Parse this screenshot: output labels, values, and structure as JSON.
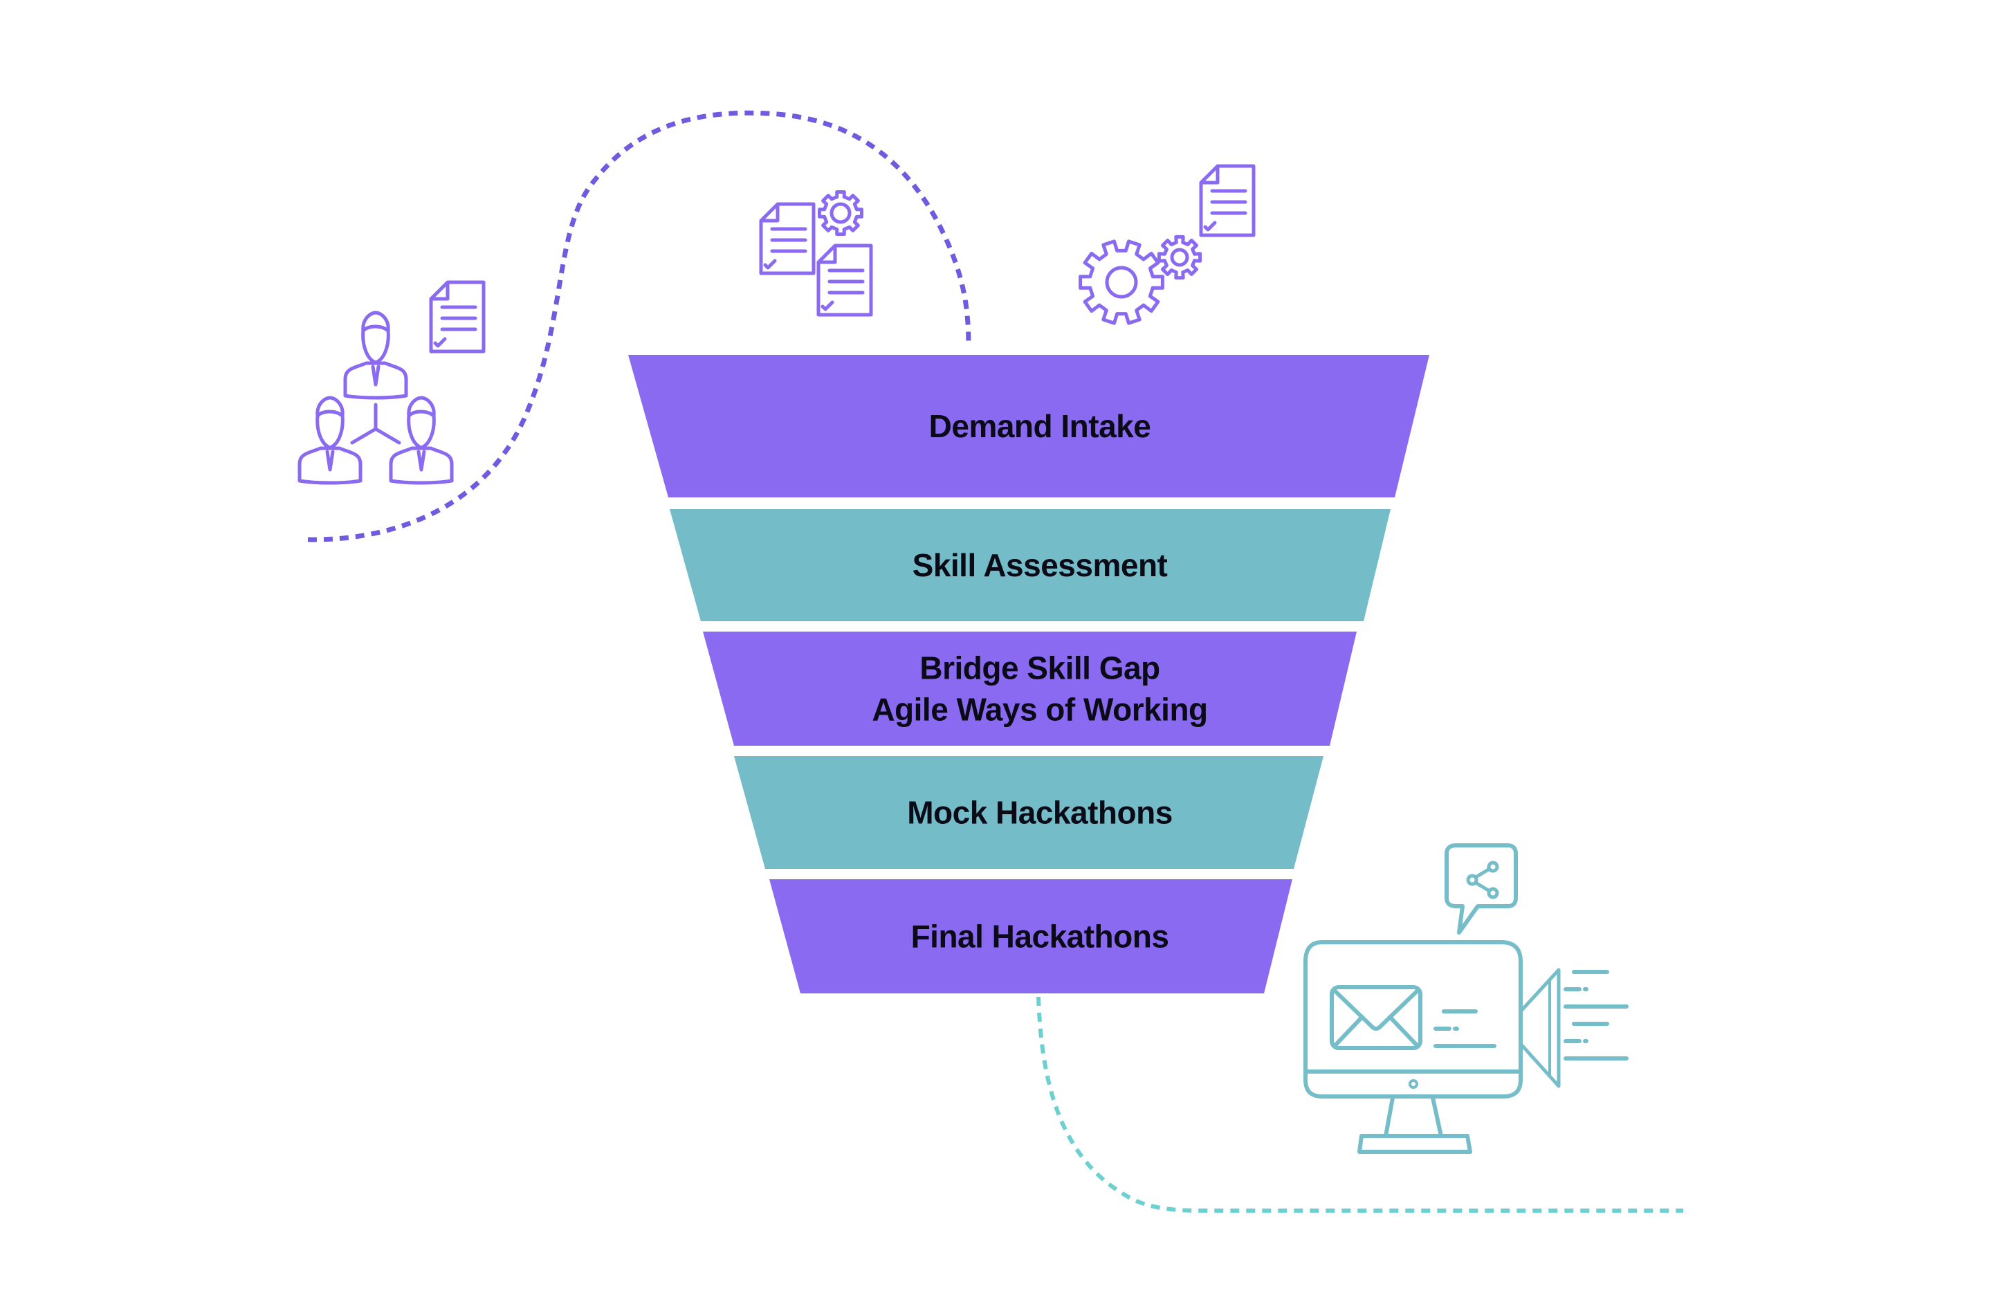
{
  "diagram": {
    "type": "funnel",
    "colors": {
      "purple": "#8a6af1",
      "teal": "#74bcc8",
      "label_text": "#0b0b18",
      "dashed_purple": "#6f5ae0",
      "dashed_teal": "#6dd0d0",
      "icon_purple": "#8a6af1",
      "icon_teal": "#75bdc8"
    },
    "stages": [
      {
        "lines": [
          "Demand Intake"
        ],
        "color": "purple"
      },
      {
        "lines": [
          "Skill Assessment"
        ],
        "color": "teal"
      },
      {
        "lines": [
          "Bridge Skill Gap",
          "Agile Ways of Working"
        ],
        "color": "purple"
      },
      {
        "lines": [
          "Mock Hackathons"
        ],
        "color": "teal"
      },
      {
        "lines": [
          "Final Hackathons"
        ],
        "color": "purple"
      }
    ],
    "icons": [
      {
        "name": "team-hierarchy-icon",
        "meaning": "team / org structure"
      },
      {
        "name": "document-check-icon",
        "meaning": "requirement document"
      },
      {
        "name": "documents-gear-icon",
        "meaning": "documents processing"
      },
      {
        "name": "gears-document-icon",
        "meaning": "process settings"
      },
      {
        "name": "monitor-mail-share-icon",
        "meaning": "communication / announcement"
      }
    ],
    "connectors": [
      {
        "name": "dashed-connector-purple",
        "from": "team-hierarchy-icon",
        "to": "stage-1"
      },
      {
        "name": "dashed-connector-teal",
        "from": "stage-5",
        "to": "right-edge"
      }
    ]
  }
}
